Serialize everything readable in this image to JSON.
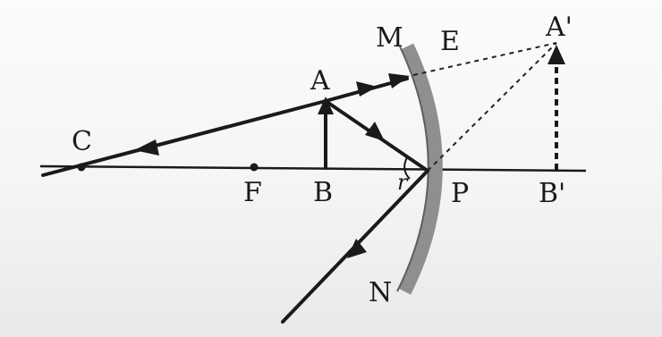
{
  "labels": {
    "C": "C",
    "F": "F",
    "B": "B",
    "A": "A",
    "M": "M",
    "E": "E",
    "A_prime": "A'",
    "B_prime": "B'",
    "P": "P",
    "N": "N",
    "r": "r"
  },
  "colors": {
    "ink": "#1a1a1a",
    "mirror": "#8f8f8f"
  }
}
